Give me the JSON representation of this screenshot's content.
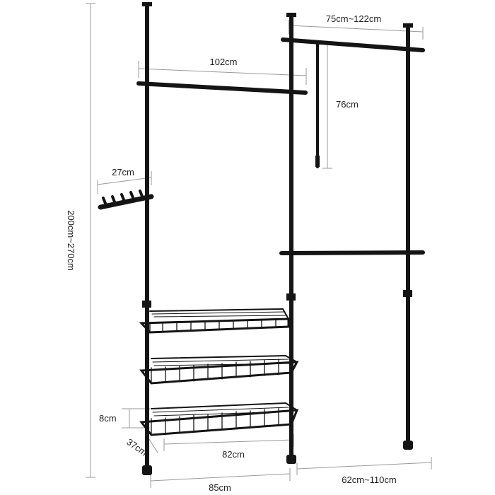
{
  "colors": {
    "frame": "#141414",
    "dimension_line": "#9a9a9a",
    "text": "#222222",
    "background": "#ffffff"
  },
  "labels": {
    "total_height": "200cm~270cm",
    "top_right_width": "75cm~122cm",
    "left_rail_width": "102cm",
    "hanging_rod_length": "76cm",
    "hook_rail_width": "27cm",
    "basket_height": "8cm",
    "basket_depth": "37cm",
    "basket_width": "82cm",
    "bottom_left_width": "85cm",
    "bottom_right_width": "62cm~110cm"
  }
}
